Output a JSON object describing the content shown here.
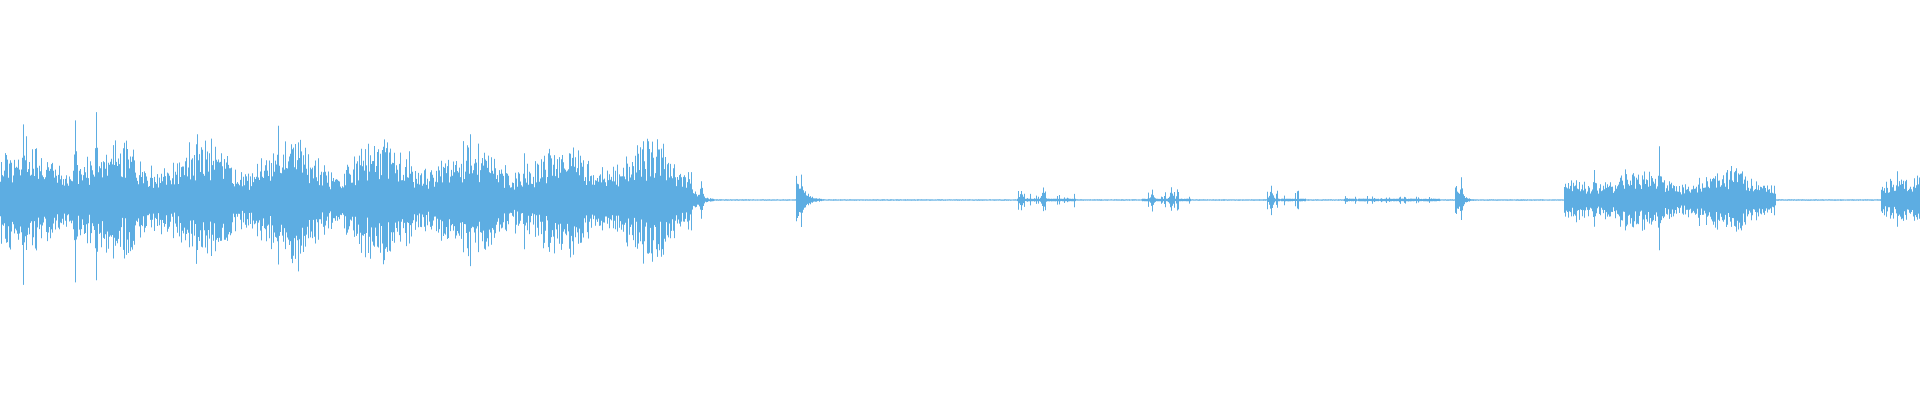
{
  "waveform": {
    "color": "#5dade2",
    "background": "#ffffff",
    "segments": [
      {
        "start": 0.0,
        "end": 0.36,
        "level": 0.3,
        "style": "dense"
      },
      {
        "start": 0.36,
        "end": 0.38,
        "level": 0.06,
        "style": "decay"
      },
      {
        "start": 0.415,
        "end": 0.432,
        "level": 0.12,
        "style": "decay"
      },
      {
        "start": 0.53,
        "end": 0.56,
        "level": 0.05,
        "style": "sparse"
      },
      {
        "start": 0.595,
        "end": 0.62,
        "level": 0.05,
        "style": "sparse"
      },
      {
        "start": 0.66,
        "end": 0.68,
        "level": 0.06,
        "style": "sparse"
      },
      {
        "start": 0.7,
        "end": 0.75,
        "level": 0.02,
        "style": "sparse"
      },
      {
        "start": 0.758,
        "end": 0.77,
        "level": 0.1,
        "style": "decay"
      },
      {
        "start": 0.815,
        "end": 0.925,
        "level": 0.16,
        "style": "dense"
      },
      {
        "start": 0.98,
        "end": 1.0,
        "level": 0.12,
        "style": "dense"
      }
    ],
    "peaks": [
      {
        "pos": 0.012,
        "level": 0.42
      },
      {
        "pos": 0.039,
        "level": 0.4
      },
      {
        "pos": 0.05,
        "level": 0.42
      },
      {
        "pos": 0.145,
        "level": 0.36
      },
      {
        "pos": 0.155,
        "level": 0.33
      },
      {
        "pos": 0.19,
        "level": 0.27
      },
      {
        "pos": 0.213,
        "level": 0.23
      },
      {
        "pos": 0.273,
        "level": 0.22
      },
      {
        "pos": 0.345,
        "level": 0.23
      },
      {
        "pos": 0.365,
        "level": 0.1
      },
      {
        "pos": 0.417,
        "level": 0.12
      },
      {
        "pos": 0.532,
        "level": 0.05
      },
      {
        "pos": 0.543,
        "level": 0.06
      },
      {
        "pos": 0.6,
        "level": 0.05
      },
      {
        "pos": 0.61,
        "level": 0.06
      },
      {
        "pos": 0.662,
        "level": 0.07
      },
      {
        "pos": 0.761,
        "level": 0.1
      },
      {
        "pos": 0.83,
        "level": 0.15
      },
      {
        "pos": 0.864,
        "level": 0.24
      },
      {
        "pos": 0.885,
        "level": 0.12
      },
      {
        "pos": 0.988,
        "level": 0.13
      },
      {
        "pos": 0.997,
        "level": 0.12
      }
    ],
    "baseline_level": 0.003
  }
}
